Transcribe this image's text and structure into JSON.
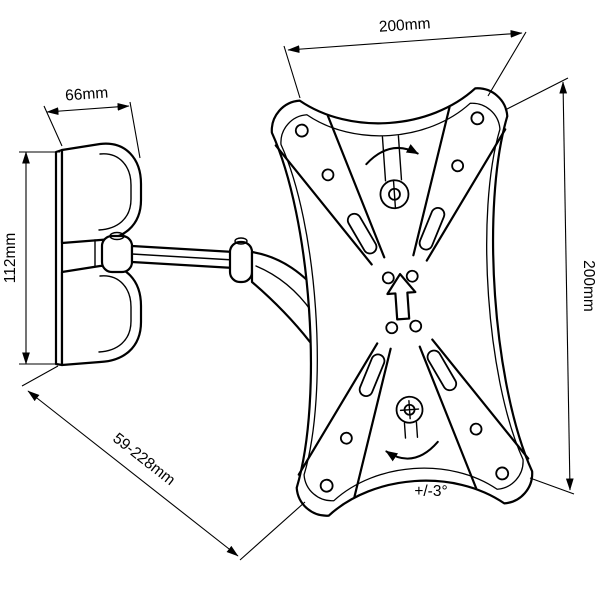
{
  "diagram": {
    "labels": {
      "bracket_width": "66mm",
      "bracket_height": "112mm",
      "plate_width": "200mm",
      "plate_height": "200mm",
      "extension_range": "59-228mm",
      "tilt_angle": "+/-3°"
    },
    "colors": {
      "line": "#000000",
      "background": "#ffffff"
    }
  }
}
